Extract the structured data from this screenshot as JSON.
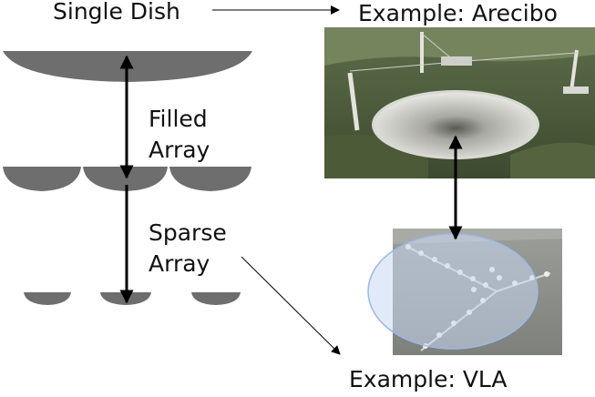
{
  "labels": {
    "single_dish": "Single Dish",
    "example_arecibo": "Example: Arecibo",
    "filled_array_line1": "Filled",
    "filled_array_line2": "Array",
    "sparse_array_line1": "Sparse",
    "sparse_array_line2": "Array",
    "example_vla": "Example: VLA"
  },
  "colors": {
    "dish_fill": "#6e6e6e",
    "arrow": "#000000",
    "vla_ellipse_fill": "#c9d9f2",
    "vla_ellipse_stroke": "#9fb7e6"
  },
  "photos": {
    "arecibo": "aerial photo of the Arecibo radio telescope dish",
    "vla": "aerial photo of the VLA antenna array"
  }
}
